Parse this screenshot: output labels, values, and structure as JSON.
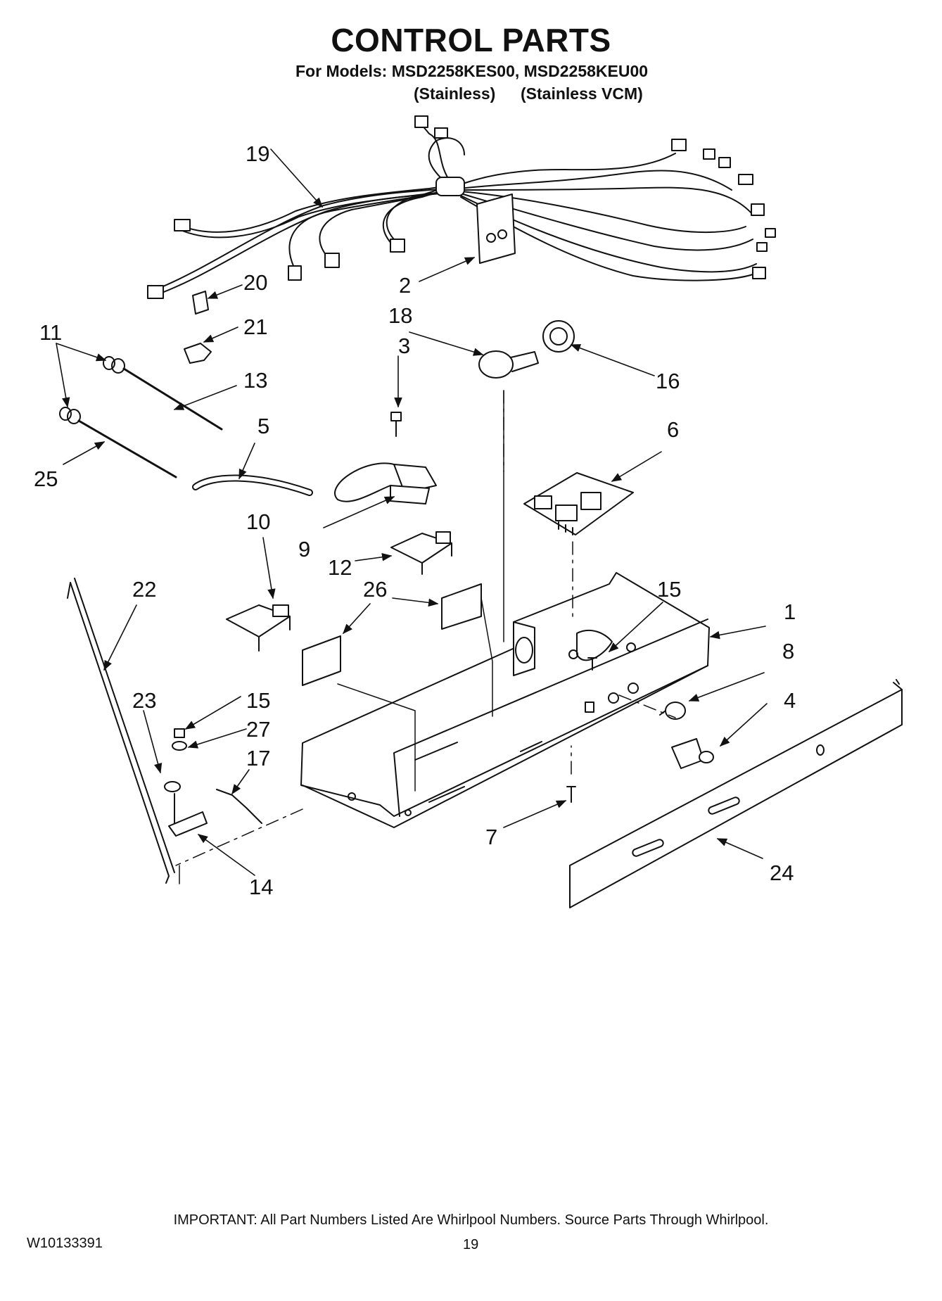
{
  "header": {
    "title": "CONTROL PARTS",
    "models_line": "For Models: MSD2258KES00, MSD2258KEU00",
    "variant_1": "(Stainless)",
    "variant_2": "(Stainless VCM)"
  },
  "callouts": [
    "19",
    "20",
    "2",
    "21",
    "11",
    "18",
    "3",
    "16",
    "13",
    "5",
    "6",
    "25",
    "9",
    "10",
    "12",
    "22",
    "26",
    "15",
    "1",
    "8",
    "23",
    "15",
    "27",
    "4",
    "17",
    "7",
    "14",
    "24"
  ],
  "footer": {
    "important_note": "IMPORTANT: All Part Numbers Listed Are Whirlpool Numbers. Source Parts Through Whirlpool.",
    "document_number": "W10133391",
    "page_number": "19"
  }
}
